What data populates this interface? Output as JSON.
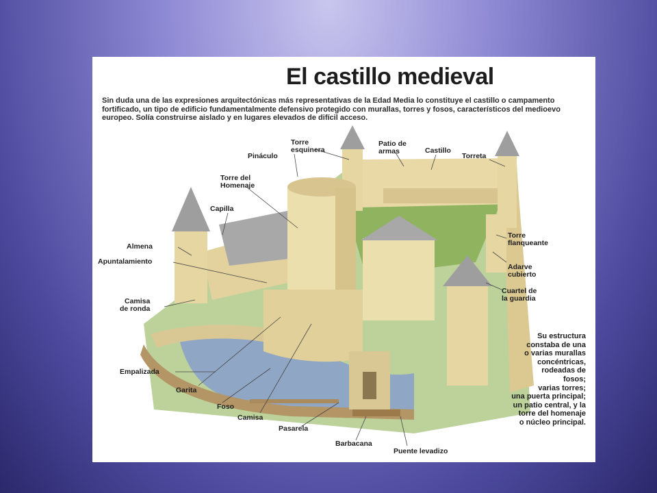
{
  "title": "El castillo medieval",
  "intro": "Sin duda una de las expresiones arquitectónicas más representativas de la Edad Media lo constituye el castillo o campamento fortificado, un tipo de edificio fundamentalmente defensivo protegido con murallas, torres y fosos, característicos del medioevo europeo. Solía construirse aislado y en lugares elevados de difícil acceso.",
  "labels": {
    "torre_esquinera": "Torre\nesquinera",
    "pinaculo": "Pináculo",
    "patio_de_armas": "Patio de\narmas",
    "castillo": "Castillo",
    "torreta": "Torreta",
    "torre_del_homenaje": "Torre del\nHomenaje",
    "capilla": "Capilla",
    "almena": "Almena",
    "apuntalamiento": "Apuntalamiento",
    "camisa_de_ronda": "Camisa\nde ronda",
    "torre_flanqueante": "Torre\nflanqueante",
    "adarve_cubierto": "Adarve\ncubierto",
    "cuartel_de_la_guardia": "Cuartel de\nla guardia",
    "empalizada": "Empalizada",
    "garita": "Garita",
    "foso": "Foso",
    "camisa": "Camisa",
    "pasarela": "Pasarela",
    "barbacana": "Barbacana",
    "puente_levadizo": "Puente levadizo"
  },
  "structure_text": "Su estructura\nconstaba de una\no varias murallas\nconcéntricas,\nrodeadas de\nfosos;\nvarias torres;\nuna puerta principal;\nun patio central, y la\ntorre del homenaje\no núcleo principal.",
  "colors": {
    "stone": "#e8d9a6",
    "stone_shadow": "#cdb884",
    "roof": "#a8a8a8",
    "grass": "#8fb35e",
    "moat": "#8fa6c4",
    "wood": "#9c7a4a"
  }
}
